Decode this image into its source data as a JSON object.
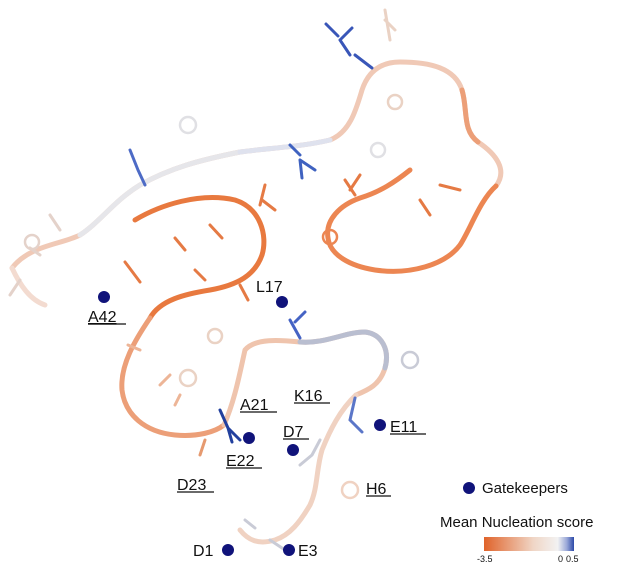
{
  "residues": {
    "A42": "A42",
    "L17": "L17",
    "A21": "A21",
    "K16": "K16",
    "D7": "D7",
    "E11": "E11",
    "E22": "E22",
    "D23": "D23",
    "H6": "H6",
    "D1": "D1",
    "E3": "E3"
  },
  "legend": {
    "gatekeepers_label": "Gatekeepers",
    "scale_title": "Mean Nucleation score",
    "scale_min": "-3.5",
    "scale_zero": "0",
    "scale_max": "0.5"
  },
  "colors": {
    "low": "#e0632a",
    "mid": "#f2f2f2",
    "high": "#2c49a8",
    "gatekeeper_dot": "#10137a"
  }
}
